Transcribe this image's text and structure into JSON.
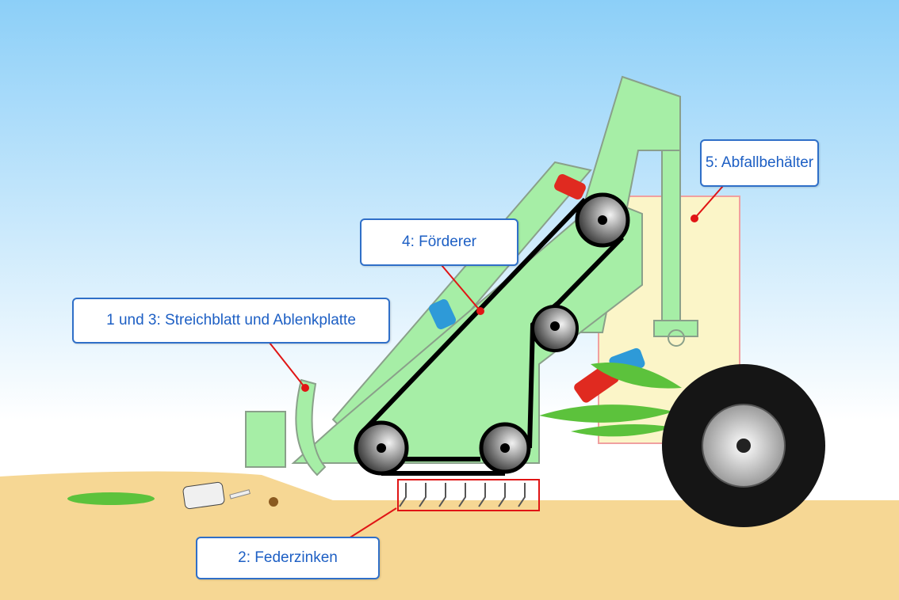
{
  "labels": {
    "streichblatt": "1 und 3: Streichblatt und Ablenkplatte",
    "federzinken": "2: Federzinken",
    "foerderer": "4: Förderer",
    "abfallbehaelter": "5: Abfallbehälter"
  },
  "colors": {
    "sky_top": "#8ccff8",
    "sand": "#f6d794",
    "machine": "#a6eea6",
    "hopper": "#fbf5c8",
    "label_border": "#2f6fc8",
    "label_text": "#1d5fc4",
    "pointer": "#e01515"
  }
}
